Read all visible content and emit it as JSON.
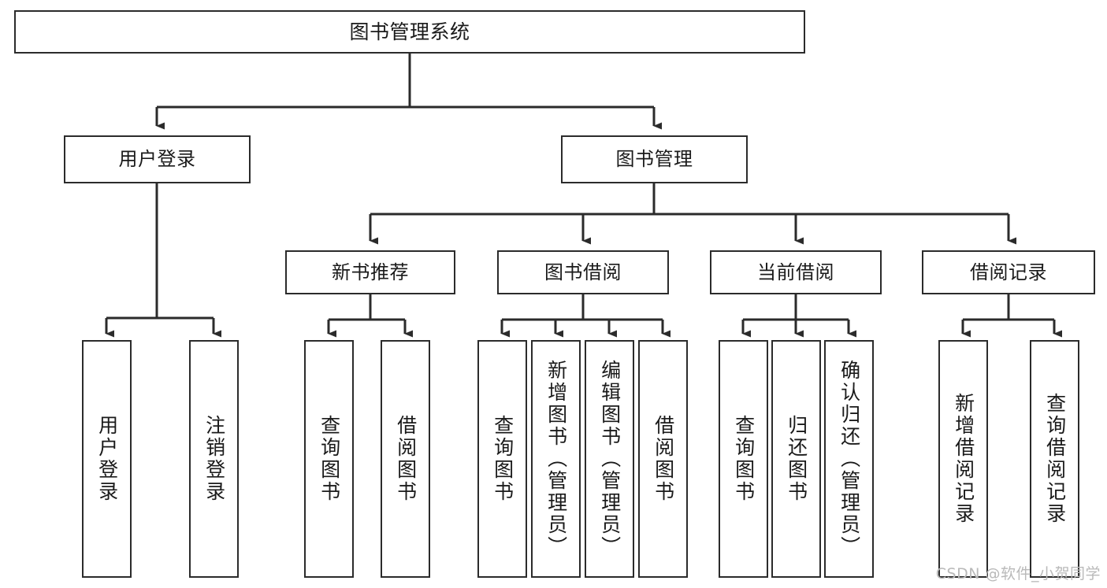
{
  "diagram": {
    "title": "图书管理系统",
    "type": "tree-hierarchy-diagram",
    "colors": {
      "node_border": "#2b2b2b",
      "node_fill": "#ffffff",
      "edge": "#2b2b2b",
      "text": "#1a1a1a",
      "watermark": "#b9b9b9",
      "background": "#ffffff"
    },
    "root": {
      "label": "图书管理系统"
    },
    "level2": [
      {
        "label": "用户登录"
      },
      {
        "label": "图书管理"
      }
    ],
    "level3": [
      {
        "label": "新书推荐"
      },
      {
        "label": "图书借阅"
      },
      {
        "label": "当前借阅"
      },
      {
        "label": "借阅记录"
      }
    ],
    "leaves": [
      {
        "label": "用户登录",
        "parent": "用户登录"
      },
      {
        "label": "注销登录",
        "parent": "用户登录"
      },
      {
        "label": "查询图书",
        "parent": "新书推荐"
      },
      {
        "label": "借阅图书",
        "parent": "新书推荐"
      },
      {
        "label": "查询图书",
        "parent": "图书借阅"
      },
      {
        "label": "新增图书（管理员）",
        "parent": "图书借阅"
      },
      {
        "label": "编辑图书（管理员）",
        "parent": "图书借阅"
      },
      {
        "label": "借阅图书",
        "parent": "图书借阅"
      },
      {
        "label": "查询图书",
        "parent": "当前借阅"
      },
      {
        "label": "归还图书",
        "parent": "当前借阅"
      },
      {
        "label": "确认归还（管理员）",
        "parent": "当前借阅"
      },
      {
        "label": "新增借阅记录",
        "parent": "借阅记录"
      },
      {
        "label": "查询借阅记录",
        "parent": "借阅记录"
      }
    ]
  },
  "watermark": {
    "text": "CSDN @软件_小贺同学"
  }
}
